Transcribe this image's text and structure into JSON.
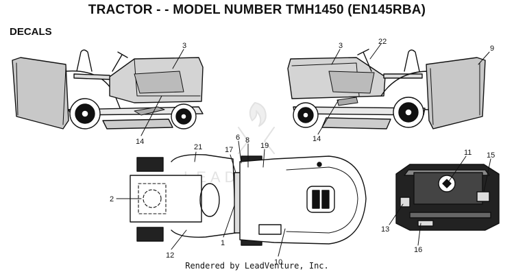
{
  "title": "TRACTOR - - MODEL NUMBER TMH1450 (EN145RBA)",
  "section": "DECALS",
  "footer": "Rendered by LeadVenture, Inc.",
  "watermark": "LEADVENTURE",
  "callouts": [
    "3",
    "14",
    "3",
    "22",
    "9",
    "14",
    "21",
    "17",
    "6",
    "8",
    "19",
    "2",
    "1",
    "12",
    "10",
    "11",
    "15",
    "13",
    "16"
  ]
}
